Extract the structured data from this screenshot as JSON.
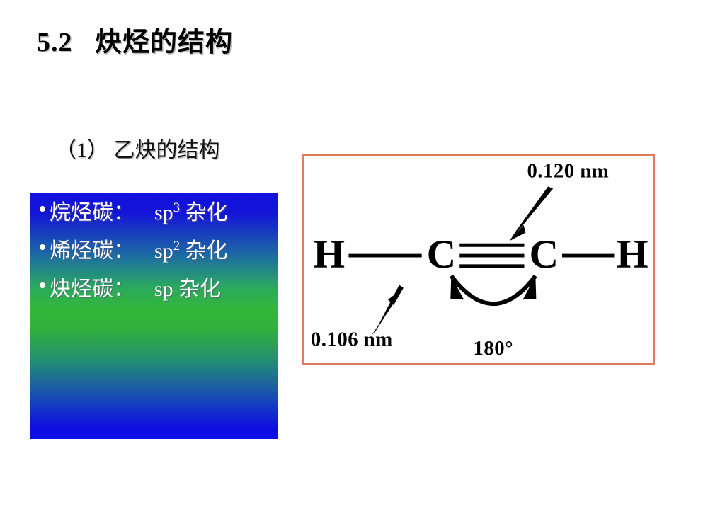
{
  "slide": {
    "title": "5.2   炔烃的结构",
    "sub_heading": "（1）  乙炔的结构",
    "background_color": "#ffffff"
  },
  "bullet_box": {
    "gradient_top_color": "#1111dd",
    "gradient_mid_color": "#33b73a",
    "gradient_bottom_color": "#0d0de8",
    "text_color": "#ffffff",
    "items": [
      {
        "prefix": "烷烃碳：",
        "orbital_base": "sp",
        "orbital_exponent": "3",
        "suffix": "杂化"
      },
      {
        "prefix": "烯烃碳：",
        "orbital_base": "sp",
        "orbital_exponent": "2",
        "suffix": "杂化"
      },
      {
        "prefix": "炔烃碳：",
        "orbital_base": "sp",
        "orbital_exponent": "",
        "suffix": "杂化"
      }
    ]
  },
  "diagram": {
    "border_color": "#e07b5f",
    "background_color": "#ffffff",
    "atoms": {
      "left_hydrogen": "H",
      "left_carbon": "C",
      "right_carbon": "C",
      "right_hydrogen": "H"
    },
    "labels": {
      "triple_bond_length": "0.120 nm",
      "ch_bond_length": "0.106 nm",
      "bond_angle": "180°"
    },
    "bond_type": "triple",
    "stroke_color": "#000000"
  }
}
